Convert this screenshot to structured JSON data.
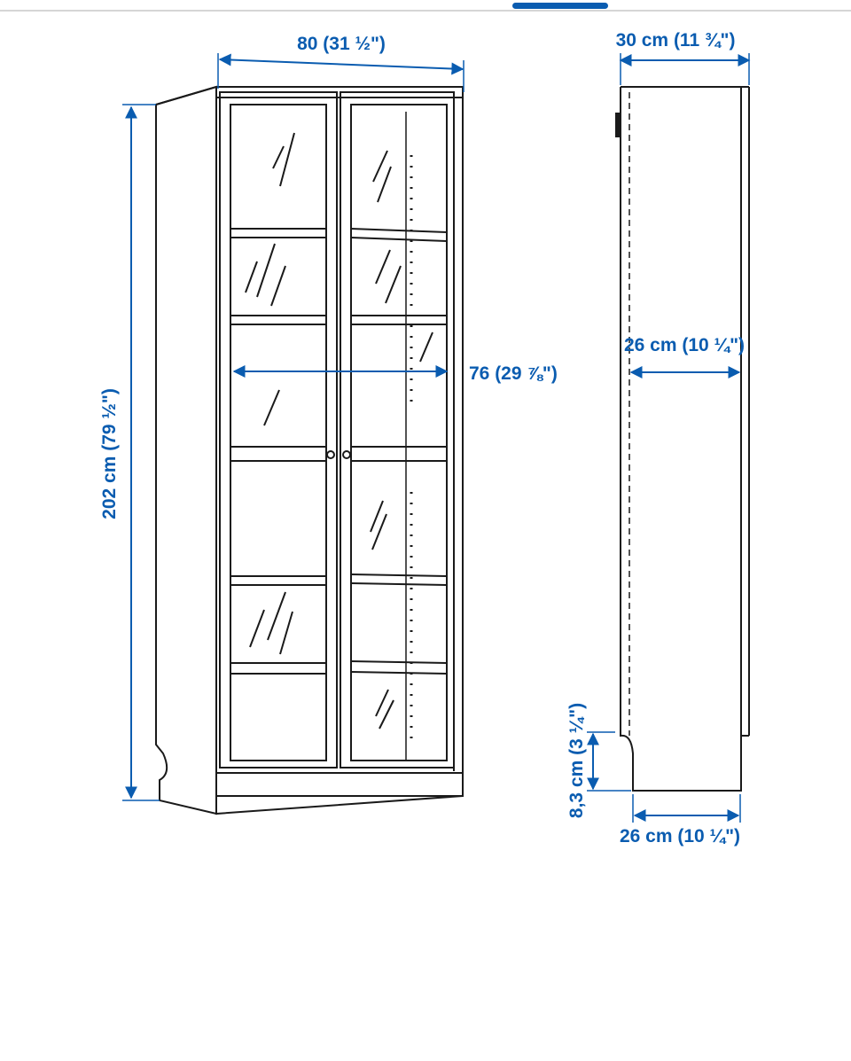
{
  "dimensions": {
    "width": "80 (31 ½\")",
    "depth": "30 cm (11 ¾\")",
    "height": "202 cm (79 ½\")",
    "inner_width": "76 (29 ⅞\")",
    "inner_depth": "26 cm (10 ¼\")",
    "plinth_height": "8,3 cm (3 ¼\")",
    "plinth_depth": "26 cm (10 ¼\")"
  },
  "colors": {
    "dimension_blue": "#0a5cb0",
    "line_black": "#1a1a1a",
    "page_indicator": "#0a5cb0"
  },
  "icons": [
    "double-arrow-icon"
  ]
}
